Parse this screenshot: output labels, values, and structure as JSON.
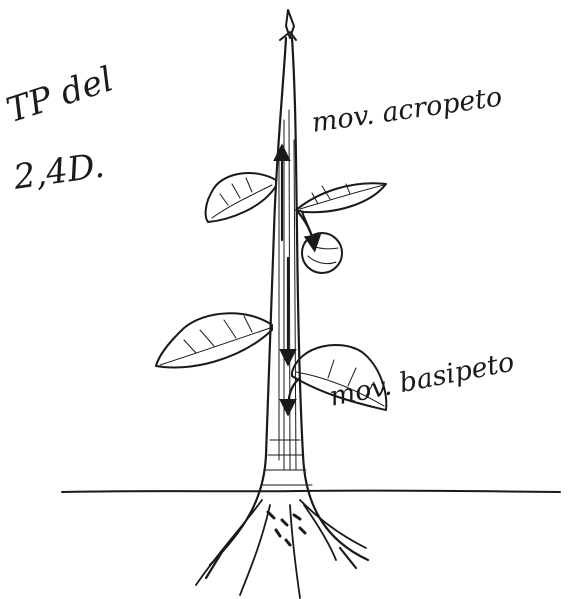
{
  "annotations": {
    "title_line1": "TP del",
    "title_line2": "2,4D.",
    "label_acropetal": "mov. acropeto",
    "label_basipetal": "mov. basipeto"
  },
  "colors": {
    "ink": "#1a1a1a",
    "background": "#ffffff"
  }
}
